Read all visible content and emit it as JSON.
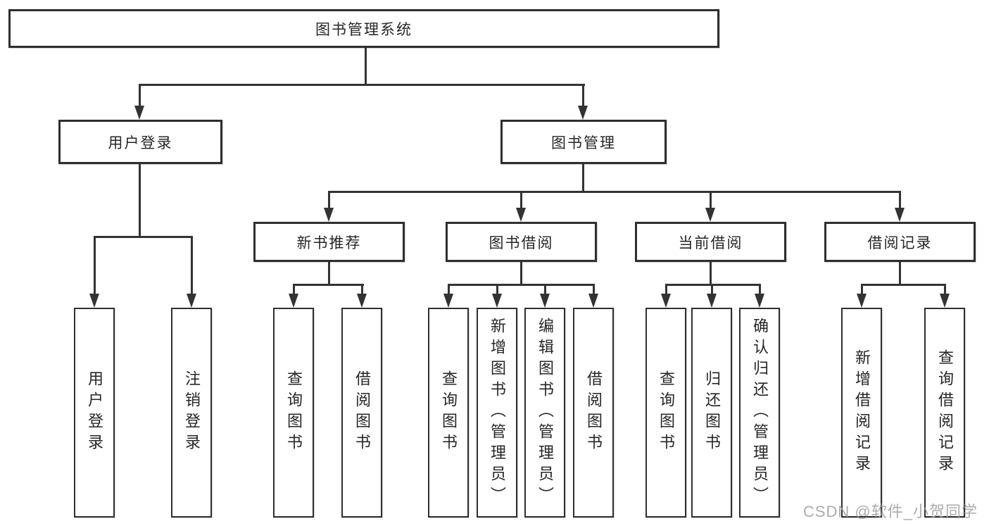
{
  "diagram": {
    "root": "图书管理系统",
    "login_branch": {
      "label": "用户登录",
      "children": [
        "用户登录",
        "注销登录"
      ]
    },
    "mgmt_branch": {
      "label": "图书管理",
      "groups": [
        {
          "label": "新书推荐",
          "children": [
            "查询图书",
            "借阅图书"
          ]
        },
        {
          "label": "图书借阅",
          "children": [
            "查询图书",
            "新增图书（管理员）",
            "编辑图书（管理员）",
            "借阅图书"
          ]
        },
        {
          "label": "当前借阅",
          "children": [
            "查询图书",
            "归还图书",
            "确认归还（管理员）"
          ]
        },
        {
          "label": "借阅记录",
          "children": [
            "新增借阅记录",
            "查询借阅记录"
          ]
        }
      ]
    }
  },
  "watermark": "CSDN @软件_小贺同学",
  "colors": {
    "line": "#333333",
    "border": "#2f2f2f",
    "text": "#262626",
    "watermark": "#9e9e9e",
    "background": "#ffffff"
  }
}
